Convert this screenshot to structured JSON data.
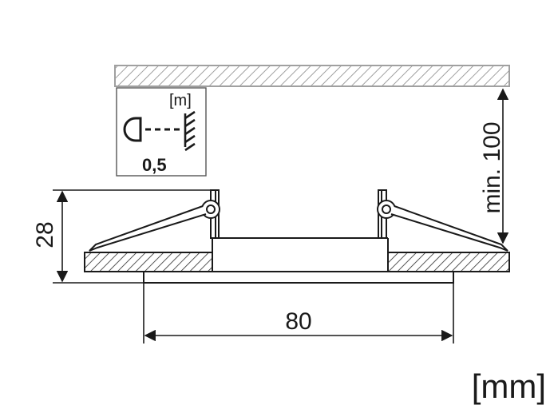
{
  "dimensions": {
    "width_label": "80",
    "height_label": "28",
    "ceiling_distance_label": "min. 100"
  },
  "distance_box": {
    "unit_label": "[m]",
    "value_label": "0,5"
  },
  "unit_label": "[mm]",
  "icons": [
    "lamp-icon",
    "surface-icon"
  ],
  "colors": {
    "line": "#1a1a1a",
    "hatch": "#9a9a9a"
  }
}
